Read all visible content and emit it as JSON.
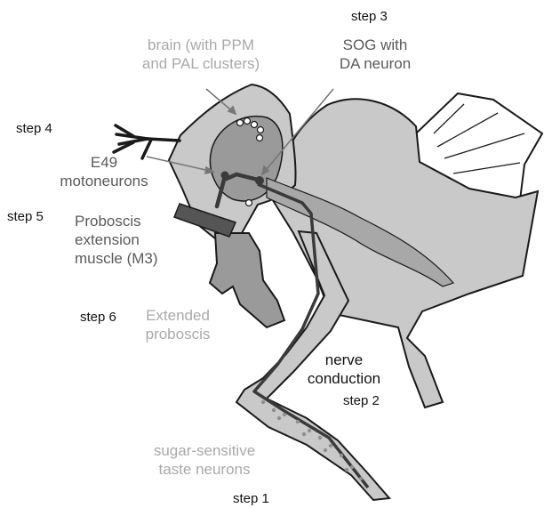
{
  "colors": {
    "body_fill": "#c9c9c9",
    "body_stroke": "#1a1a1a",
    "brain_fill": "#9a9a9a",
    "pathway_fill": "#a8a8a8",
    "muscle_fill": "#555555",
    "neuron_dark": "#3a3a3a",
    "text_dark": "#5a5a5a",
    "text_light": "#a9a9a9",
    "text_black": "#111111"
  },
  "steps": {
    "step1": "step 1",
    "step2": "step 2",
    "step3": "step 3",
    "step4": "step 4",
    "step5": "step 5",
    "step6": "step 6"
  },
  "labels": {
    "brain": [
      "brain (with PPM",
      "and PAL clusters)"
    ],
    "sog": [
      "SOG with",
      "DA neuron"
    ],
    "e49": [
      "E49",
      "motoneurons"
    ],
    "muscle": [
      "Proboscis",
      "extension",
      "muscle (M3)"
    ],
    "proboscis": [
      "Extended",
      "proboscis"
    ],
    "nerve": [
      "nerve",
      "conduction"
    ],
    "taste": [
      "sugar-sensitive",
      "taste neurons"
    ]
  }
}
